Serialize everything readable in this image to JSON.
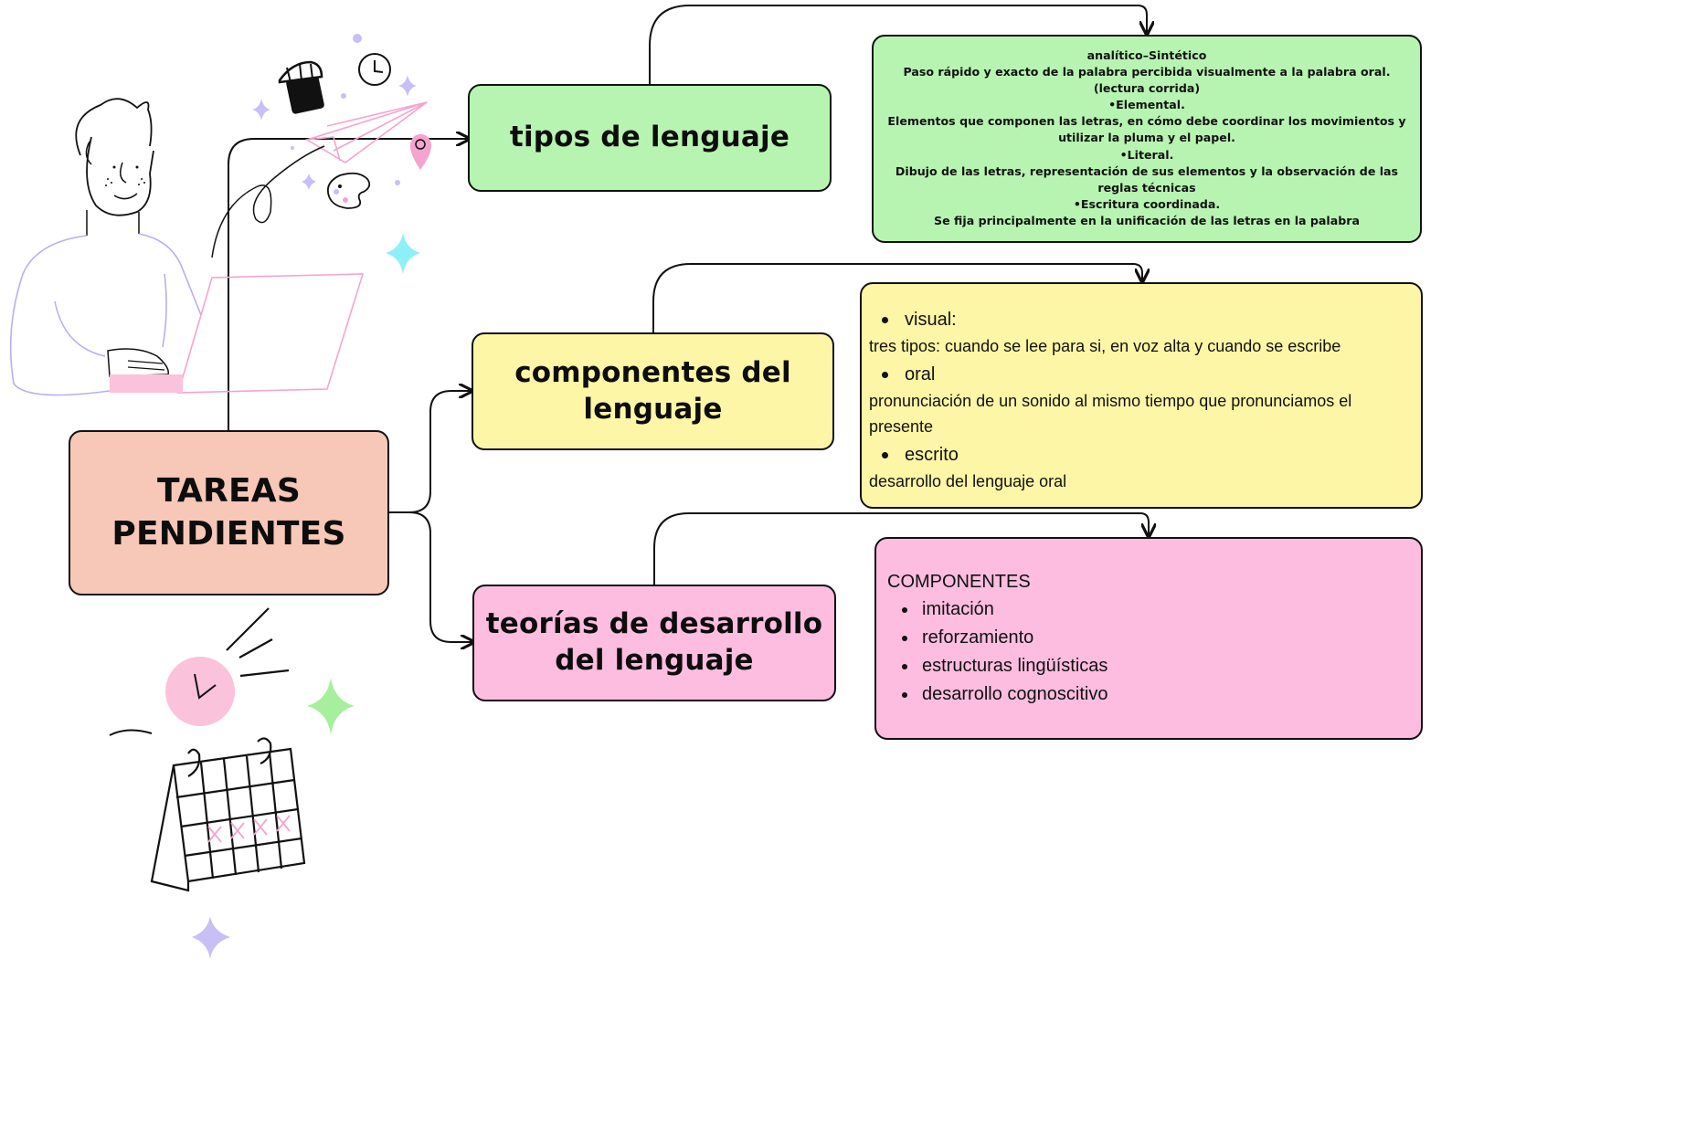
{
  "root": {
    "title": "TAREAS PENDIENTES"
  },
  "branches": [
    {
      "title": "tipos de lenguaje"
    },
    {
      "title": "componentes del lenguaje"
    },
    {
      "title": "teorías de desarrollo del lenguaje"
    }
  ],
  "tipos_detail": {
    "lines": [
      "analítico–Sintético",
      "Paso rápido y exacto de la palabra percibida visualmente a la palabra oral. (lectura corrida)",
      "•Elemental.",
      "Elementos que componen las letras, en cómo debe coordinar los movimientos y utilizar la pluma y el papel.",
      "•Literal.",
      "Dibujo de las letras,  representación de sus elementos y la observación de las reglas técnicas",
      "•Escritura coordinada.",
      "Se fija principalmente en la unificación de las letras en la palabra"
    ]
  },
  "componentes_detail": {
    "items": [
      {
        "label": "visual:",
        "text": "tres tipos: cuando se lee para si, en voz alta y cuando se escribe"
      },
      {
        "label": "oral",
        "text": "pronunciación de un sonido al mismo tiempo que pronunciamos el presente"
      },
      {
        "label": "escrito",
        "text": "desarrollo del lenguaje oral"
      }
    ]
  },
  "teorias_detail": {
    "heading": "COMPONENTES",
    "items": [
      "imitación",
      "reforzamiento",
      "estructuras lingüísticas",
      "desarrollo cognoscitivo"
    ]
  },
  "colors": {
    "root": "#f7c7b8",
    "green": "#b7f4b1",
    "yellow": "#fdf6a6",
    "pink": "#fcbde0",
    "outline": "#111111"
  },
  "icons": [
    "person-at-laptop-illustration",
    "paper-plane-icon",
    "shop-icon",
    "clock-icon",
    "location-pin-icon",
    "palette-icon",
    "sparkle-icon",
    "alarm-clock-icon",
    "calendar-icon"
  ]
}
